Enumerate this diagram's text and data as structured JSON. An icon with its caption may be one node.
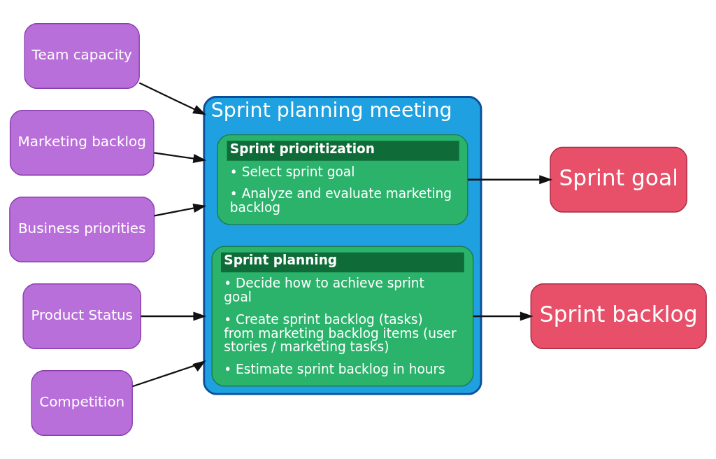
{
  "diagram": {
    "nodes": [
      {
        "text": [
          "Team capacity"
        ]
      },
      {
        "text": [
          "Marketing backlog"
        ]
      },
      {
        "text": [
          "Business priorities"
        ]
      },
      {
        "text": [
          "Product Status"
        ]
      },
      {
        "text": [
          "Competition"
        ]
      },
      {
        "text": [
          "Sprint planning meeting"
        ]
      },
      {
        "text": [
          "Sprint prioritization",
          "• Select sprint goal",
          "• Analyze and evaluate marketing backlog"
        ],
        "in": 5
      },
      {
        "text": [
          "Sprint planning",
          "• Decide how to achieve sprint goal",
          "• Create sprint backlog (tasks) from marketing backlog items (user stories / marketing tasks)",
          "• Estimate sprint backlog in hours"
        ],
        "in": 5
      },
      {
        "text": [
          "Sprint goal"
        ]
      },
      {
        "text": [
          "Sprint backlog"
        ]
      }
    ],
    "edges": [
      {
        "from": 0,
        "to": 5,
        "arrow": "to"
      },
      {
        "from": 1,
        "to": 5,
        "arrow": "to"
      },
      {
        "from": 2,
        "to": 5,
        "arrow": "to"
      },
      {
        "from": 3,
        "to": 5,
        "arrow": "to"
      },
      {
        "from": 4,
        "to": 5,
        "arrow": "to"
      },
      {
        "from": 6,
        "to": 8,
        "arrow": "to"
      },
      {
        "from": 7,
        "to": 9,
        "arrow": "to"
      }
    ]
  }
}
